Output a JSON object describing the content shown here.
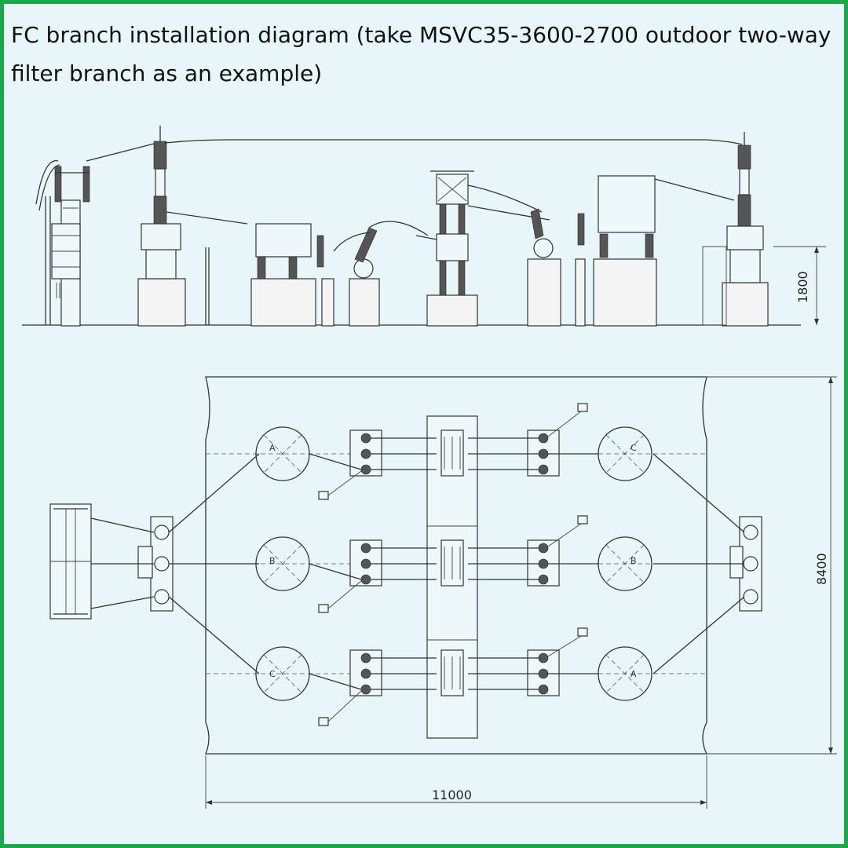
{
  "title": "FC branch installation diagram (take MSVC35-3600-2700 outdoor two-way filter branch as an example)",
  "dimensions": {
    "height": "1800",
    "width": "11000",
    "depth": "8400"
  },
  "phase_labels": {
    "left_column": [
      "A",
      "B",
      "C"
    ],
    "right_column": [
      "C",
      "B",
      "A"
    ]
  },
  "colors": {
    "border": "#1aa94a",
    "background": "#e9f6f9",
    "line": "#333333"
  }
}
